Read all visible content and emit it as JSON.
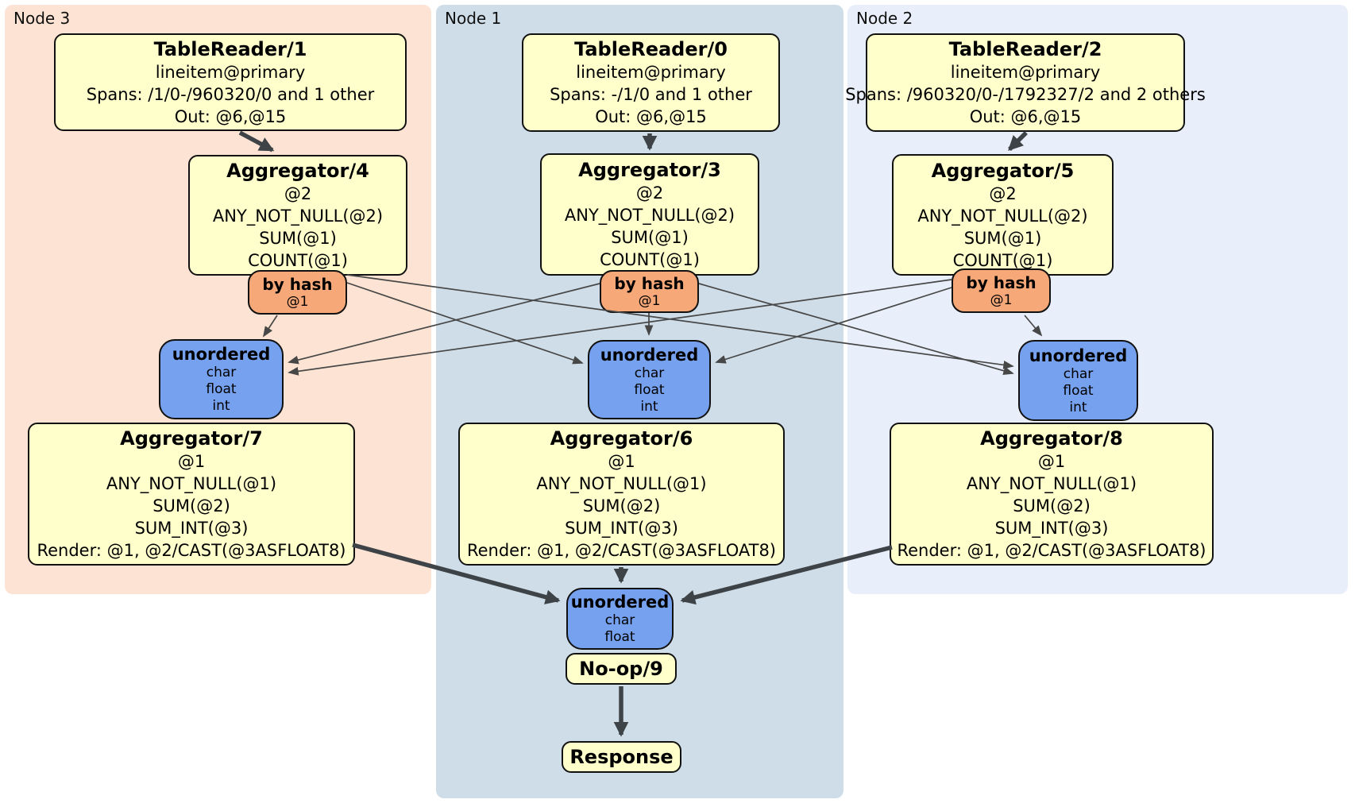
{
  "clusters": {
    "node3": {
      "label": "Node 3",
      "color": "#fce3d3"
    },
    "node1": {
      "label": "Node 1",
      "color": "#cedde8"
    },
    "node2": {
      "label": "Node 2",
      "color": "#e9effa"
    }
  },
  "colors": {
    "processor_fill": "#ffffcc",
    "router_fill": "#f6a878",
    "stream_fill": "#75a1ee",
    "edge": "#3e4347",
    "border": "#111111"
  },
  "boxes": {
    "tr1": {
      "title": "TableReader/1",
      "lines": [
        "lineitem@primary",
        "Spans: /1/0-/960320/0 and 1 other",
        "Out: @6,@15"
      ]
    },
    "tr0": {
      "title": "TableReader/0",
      "lines": [
        "lineitem@primary",
        "Spans: -/1/0 and 1 other",
        "Out: @6,@15"
      ]
    },
    "tr2": {
      "title": "TableReader/2",
      "lines": [
        "lineitem@primary",
        "Spans: /960320/0-/1792327/2 and 2 others",
        "Out: @6,@15"
      ]
    },
    "agg4": {
      "title": "Aggregator/4",
      "lines": [
        "@2",
        "ANY_NOT_NULL(@2)",
        "SUM(@1)",
        "COUNT(@1)"
      ]
    },
    "agg3": {
      "title": "Aggregator/3",
      "lines": [
        "@2",
        "ANY_NOT_NULL(@2)",
        "SUM(@1)",
        "COUNT(@1)"
      ]
    },
    "agg5": {
      "title": "Aggregator/5",
      "lines": [
        "@2",
        "ANY_NOT_NULL(@2)",
        "SUM(@1)",
        "COUNT(@1)"
      ]
    },
    "bh1": {
      "title": "by hash",
      "lines": [
        "@1"
      ]
    },
    "bh2": {
      "title": "by hash",
      "lines": [
        "@1"
      ]
    },
    "bh3": {
      "title": "by hash",
      "lines": [
        "@1"
      ]
    },
    "un1": {
      "title": "unordered",
      "lines": [
        "char",
        "float",
        "int"
      ]
    },
    "un2": {
      "title": "unordered",
      "lines": [
        "char",
        "float",
        "int"
      ]
    },
    "un3": {
      "title": "unordered",
      "lines": [
        "char",
        "float",
        "int"
      ]
    },
    "agg7": {
      "title": "Aggregator/7",
      "lines": [
        "@1",
        "ANY_NOT_NULL(@1)",
        "SUM(@2)",
        "SUM_INT(@3)",
        "Render: @1, @2/CAST(@3ASFLOAT8)"
      ]
    },
    "agg6": {
      "title": "Aggregator/6",
      "lines": [
        "@1",
        "ANY_NOT_NULL(@1)",
        "SUM(@2)",
        "SUM_INT(@3)",
        "Render: @1, @2/CAST(@3ASFLOAT8)"
      ]
    },
    "agg8": {
      "title": "Aggregator/8",
      "lines": [
        "@1",
        "ANY_NOT_NULL(@1)",
        "SUM(@2)",
        "SUM_INT(@3)",
        "Render: @1, @2/CAST(@3ASFLOAT8)"
      ]
    },
    "un4": {
      "title": "unordered",
      "lines": [
        "char",
        "float"
      ]
    },
    "noop": {
      "title": "No-op/9",
      "lines": []
    },
    "resp": {
      "title": "Response",
      "lines": []
    }
  }
}
